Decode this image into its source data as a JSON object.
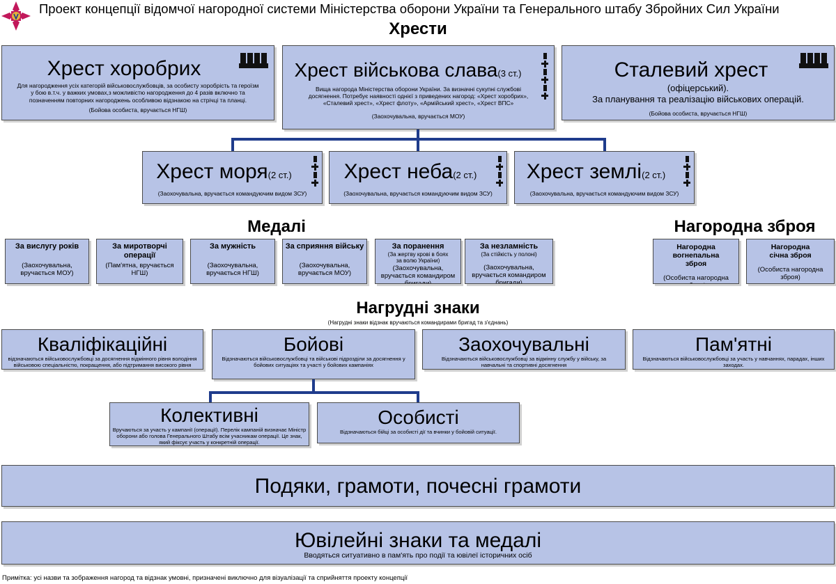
{
  "header": {
    "title": "Проект концепції відомчої нагородної системи Міністерства оборони України та Генерального штабу Збройних Сил України"
  },
  "crosses": {
    "section_title": "Хрести",
    "khorobrykh": {
      "title": "Хрест хоробрих",
      "desc": "Для нагородження усіх категорій військовослужбовців, за особисту хоробрість та героїзм у бою в.т.ч. у важких умовах,з можливістю нагородження до 4 разів включно та позначенням повторних нагороджень особливою відзнакою на стрічці та планці.",
      "note": "(Бойова особиста, вручається НГШ)"
    },
    "slava": {
      "title": "Хрест військова слава",
      "degree": "(3 ст.)",
      "desc": "Вища нагорода Міністерства оборони України. За визначні сукупні службові досягнення. Потребує наявності однієї з приведених нагород: «Хрест хоробрих», «Сталевий хрест», «Хрест флоту», «Армійський хрест», «Хрест ВПС»",
      "note": "(Заохочувальна, вручається МОУ)"
    },
    "stalevyi": {
      "title": "Сталевий хрест",
      "sub": "(офіцерський).",
      "desc": "За планування та реалізацію військових операцій.",
      "note": "(Бойова особиста, вручається НГШ)"
    },
    "morya": {
      "title": "Хрест моря",
      "degree": "(2 ст.)",
      "note": "(Заохочувальна, вручається командуючим видом ЗСУ)"
    },
    "neba": {
      "title": "Хрест неба",
      "degree": "(2 ст.)",
      "note": "(Заохочувальна, вручається командуючим видом ЗСУ)"
    },
    "zemli": {
      "title": "Хрест землі",
      "degree": "(2 ст.)",
      "note": "(Заохочувальна, вручається командуючим видом ЗСУ)"
    }
  },
  "medals": {
    "section_title": "Медалі",
    "items": [
      {
        "title": "За вислугу років",
        "sub": "",
        "note": "(Заохочувальна, вручається МОУ)"
      },
      {
        "title": "За миротворчі операції",
        "sub": "",
        "note": "(Пам'ятна, вручається НГШ)"
      },
      {
        "title": "За мужність",
        "sub": "",
        "note": "(Заохочувальна, вручається НГШ)"
      },
      {
        "title": "За сприяння війську",
        "sub": "",
        "note": "(Заохочувальна, вручається МОУ)"
      },
      {
        "title": "За поранення",
        "sub": "(За жертву крові в боях за волю України)",
        "note": "(Заохочувальна, вручається командиром бригади)"
      },
      {
        "title": "За незламність",
        "sub": "(За стійкість у полоні)",
        "note": "(Заохочувальна, вручається командиром бригади)"
      }
    ]
  },
  "weapons": {
    "section_title": "Нагородна зброя",
    "items": [
      {
        "title": "Нагородна вогнепальна зброя",
        "note": "(Особиста нагородна зброя)"
      },
      {
        "title": "Нагородна січна  зброя",
        "note": "(Особиста нагородна зброя)"
      }
    ]
  },
  "badges": {
    "section_title": "Нагрудні знаки",
    "section_sub": "(Нагрудні знаки відзнак вручаються командирами бригад та з'єднань)",
    "items": [
      {
        "title": "Кваліфікаційні",
        "desc": "відзначаються військовослужбовці за досягнення відмінного рівня володіння військовою спеціальністю, покращення, або підтримання високого рівня професійних навичок"
      },
      {
        "title": "Бойові",
        "desc": "Відзначаються військовослужбовці та військові підрозділи за досягнення у бойових ситуаціях та участі у бойових кампаніях"
      },
      {
        "title": "Заохочувальні",
        "desc": "Відзначаються військовослужбовці за відмінну службу у війську, за навчальні та спортивні досягнення"
      },
      {
        "title": "Пам'ятні",
        "desc": "Відзначаються військовослужбовці за участь у навчаннях, парадах, інших заходах."
      }
    ],
    "kolektyvni": {
      "title": "Колективні",
      "desc": "Вручаються за участь у кампанії (операції). Перелік кампаній визначає Міністр оборони або голова Генерального Штабу всім учасникам операції. Це знак, який фіксує участь у конкретній операції."
    },
    "osobysti": {
      "title": "Особисті",
      "desc": "Відзначаються бійці за особисті дії та вчинки у бойовій ситуації."
    }
  },
  "bottom": {
    "podiaky": "Подяки, грамоти, почесні грамоти",
    "yuvileini_title": "Ювілейні знаки та медалі",
    "yuvileini_desc": "Вводяться ситуативно в пам'ять про події та ювілеї історичних осіб"
  },
  "footnote": "Примітка: усі назви та зображення нагород та відзнак умовні, призначені виключно для візуалізації та сприйняття проекту концепції",
  "colors": {
    "box_fill": "#b7c3e6",
    "connector": "#1f3c8c",
    "emblem": "#c2185b",
    "emblem_gold": "#e2b23c"
  }
}
